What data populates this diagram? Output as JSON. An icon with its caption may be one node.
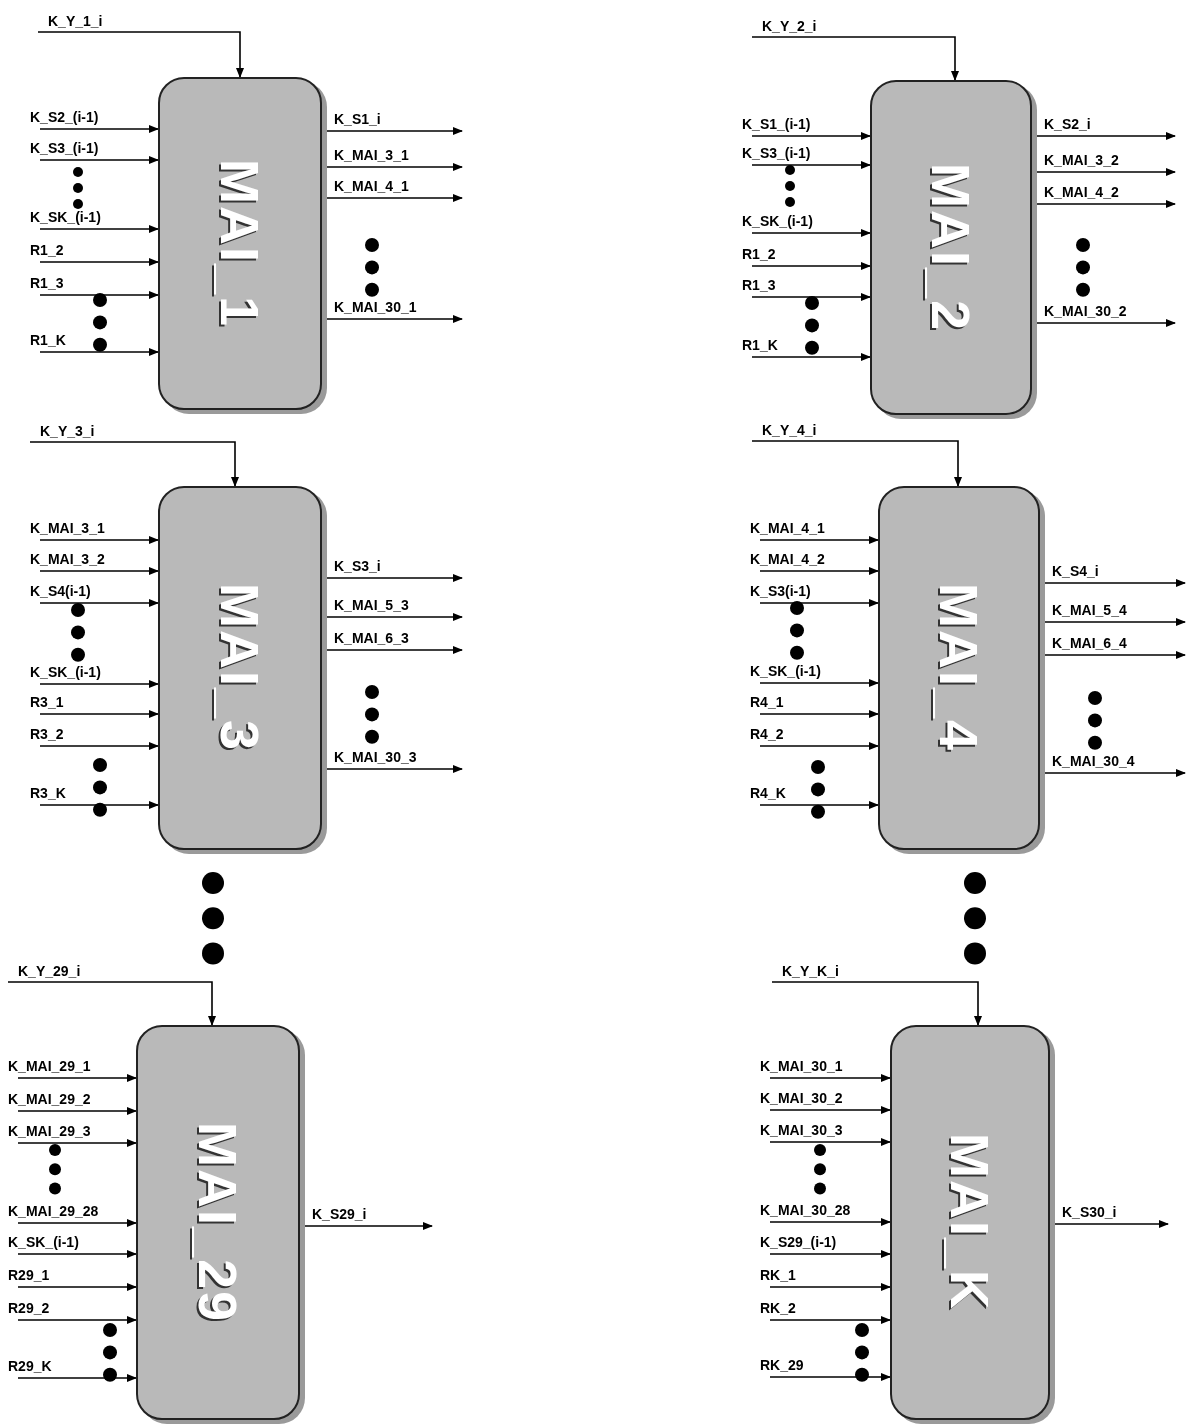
{
  "diagram": {
    "nodes": [
      {
        "text": [
          "MAI_1"
        ]
      },
      {
        "text": [
          "MAI_2"
        ]
      },
      {
        "text": [
          "MAI_3"
        ]
      },
      {
        "text": [
          "MAI_4"
        ]
      },
      {
        "text": [
          "MAI_29"
        ]
      },
      {
        "text": [
          "MAI_K"
        ]
      }
    ],
    "edges": [
      {
        "from": null,
        "to": 0,
        "arrow": "to",
        "label": "K_Y_1_i"
      },
      {
        "from": null,
        "to": 0,
        "arrow": "to",
        "label": "K_S2_(i-1)"
      },
      {
        "from": null,
        "to": 0,
        "arrow": "to",
        "label": "K_S3_(i-1)"
      },
      {
        "from": null,
        "to": 0,
        "arrow": "to",
        "label": "K_SK_(i-1)"
      },
      {
        "from": null,
        "to": 0,
        "arrow": "to",
        "label": "R1_2"
      },
      {
        "from": null,
        "to": 0,
        "arrow": "to",
        "label": "R1_3"
      },
      {
        "from": null,
        "to": 0,
        "arrow": "to",
        "label": "R1_K"
      },
      {
        "from": 0,
        "to": null,
        "arrow": "to",
        "label": "K_S1_i"
      },
      {
        "from": 0,
        "to": null,
        "arrow": "to",
        "label": "K_MAI_3_1"
      },
      {
        "from": 0,
        "to": null,
        "arrow": "to",
        "label": "K_MAI_4_1"
      },
      {
        "from": 0,
        "to": null,
        "arrow": "to",
        "label": "K_MAI_30_1"
      },
      {
        "from": null,
        "to": 1,
        "arrow": "to",
        "label": "K_Y_2_i"
      },
      {
        "from": null,
        "to": 1,
        "arrow": "to",
        "label": "K_S1_(i-1)"
      },
      {
        "from": null,
        "to": 1,
        "arrow": "to",
        "label": "K_S3_(i-1)"
      },
      {
        "from": null,
        "to": 1,
        "arrow": "to",
        "label": "K_SK_(i-1)"
      },
      {
        "from": null,
        "to": 1,
        "arrow": "to",
        "label": "R1_2"
      },
      {
        "from": null,
        "to": 1,
        "arrow": "to",
        "label": "R1_3"
      },
      {
        "from": null,
        "to": 1,
        "arrow": "to",
        "label": "R1_K"
      },
      {
        "from": 1,
        "to": null,
        "arrow": "to",
        "label": "K_S2_i"
      },
      {
        "from": 1,
        "to": null,
        "arrow": "to",
        "label": "K_MAI_3_2"
      },
      {
        "from": 1,
        "to": null,
        "arrow": "to",
        "label": "K_MAI_4_2"
      },
      {
        "from": 1,
        "to": null,
        "arrow": "to",
        "label": "K_MAI_30_2"
      },
      {
        "from": null,
        "to": 2,
        "arrow": "to",
        "label": "K_Y_3_i"
      },
      {
        "from": null,
        "to": 2,
        "arrow": "to",
        "label": "K_MAI_3_1"
      },
      {
        "from": null,
        "to": 2,
        "arrow": "to",
        "label": "K_MAI_3_2"
      },
      {
        "from": null,
        "to": 2,
        "arrow": "to",
        "label": "K_S4(i-1)"
      },
      {
        "from": null,
        "to": 2,
        "arrow": "to",
        "label": "K_SK_(i-1)"
      },
      {
        "from": null,
        "to": 2,
        "arrow": "to",
        "label": "R3_1"
      },
      {
        "from": null,
        "to": 2,
        "arrow": "to",
        "label": "R3_2"
      },
      {
        "from": null,
        "to": 2,
        "arrow": "to",
        "label": "R3_K"
      },
      {
        "from": 2,
        "to": null,
        "arrow": "to",
        "label": "K_S3_i"
      },
      {
        "from": 2,
        "to": null,
        "arrow": "to",
        "label": "K_MAI_5_3"
      },
      {
        "from": 2,
        "to": null,
        "arrow": "to",
        "label": "K_MAI_6_3"
      },
      {
        "from": 2,
        "to": null,
        "arrow": "to",
        "label": "K_MAI_30_3"
      },
      {
        "from": null,
        "to": 3,
        "arrow": "to",
        "label": "K_Y_4_i"
      },
      {
        "from": null,
        "to": 3,
        "arrow": "to",
        "label": "K_MAI_4_1"
      },
      {
        "from": null,
        "to": 3,
        "arrow": "to",
        "label": "K_MAI_4_2"
      },
      {
        "from": null,
        "to": 3,
        "arrow": "to",
        "label": "K_S3(i-1)"
      },
      {
        "from": null,
        "to": 3,
        "arrow": "to",
        "label": "K_SK_(i-1)"
      },
      {
        "from": null,
        "to": 3,
        "arrow": "to",
        "label": "R4_1"
      },
      {
        "from": null,
        "to": 3,
        "arrow": "to",
        "label": "R4_2"
      },
      {
        "from": null,
        "to": 3,
        "arrow": "to",
        "label": "R4_K"
      },
      {
        "from": 3,
        "to": null,
        "arrow": "to",
        "label": "K_S4_i"
      },
      {
        "from": 3,
        "to": null,
        "arrow": "to",
        "label": "K_MAI_5_4"
      },
      {
        "from": 3,
        "to": null,
        "arrow": "to",
        "label": "K_MAI_6_4"
      },
      {
        "from": 3,
        "to": null,
        "arrow": "to",
        "label": "K_MAI_30_4"
      },
      {
        "from": null,
        "to": 4,
        "arrow": "to",
        "label": "K_Y_29_i"
      },
      {
        "from": null,
        "to": 4,
        "arrow": "to",
        "label": "K_MAI_29_1"
      },
      {
        "from": null,
        "to": 4,
        "arrow": "to",
        "label": "K_MAI_29_2"
      },
      {
        "from": null,
        "to": 4,
        "arrow": "to",
        "label": "K_MAI_29_3"
      },
      {
        "from": null,
        "to": 4,
        "arrow": "to",
        "label": "K_MAI_29_28"
      },
      {
        "from": null,
        "to": 4,
        "arrow": "to",
        "label": "K_SK_(i-1)"
      },
      {
        "from": null,
        "to": 4,
        "arrow": "to",
        "label": "R29_1"
      },
      {
        "from": null,
        "to": 4,
        "arrow": "to",
        "label": "R29_2"
      },
      {
        "from": null,
        "to": 4,
        "arrow": "to",
        "label": "R29_K"
      },
      {
        "from": 4,
        "to": null,
        "arrow": "to",
        "label": "K_S29_i"
      },
      {
        "from": null,
        "to": 5,
        "arrow": "to",
        "label": "K_Y_K_i"
      },
      {
        "from": null,
        "to": 5,
        "arrow": "to",
        "label": "K_MAI_30_1"
      },
      {
        "from": null,
        "to": 5,
        "arrow": "to",
        "label": "K_MAI_30_2"
      },
      {
        "from": null,
        "to": 5,
        "arrow": "to",
        "label": "K_MAI_30_3"
      },
      {
        "from": null,
        "to": 5,
        "arrow": "to",
        "label": "K_MAI_30_28"
      },
      {
        "from": null,
        "to": 5,
        "arrow": "to",
        "label": "K_S29_(i-1)"
      },
      {
        "from": null,
        "to": 5,
        "arrow": "to",
        "label": "RK_1"
      },
      {
        "from": null,
        "to": 5,
        "arrow": "to",
        "label": "RK_2"
      },
      {
        "from": null,
        "to": 5,
        "arrow": "to",
        "label": "RK_29"
      },
      {
        "from": 5,
        "to": null,
        "arrow": "to",
        "label": "K_S30_i"
      }
    ]
  }
}
